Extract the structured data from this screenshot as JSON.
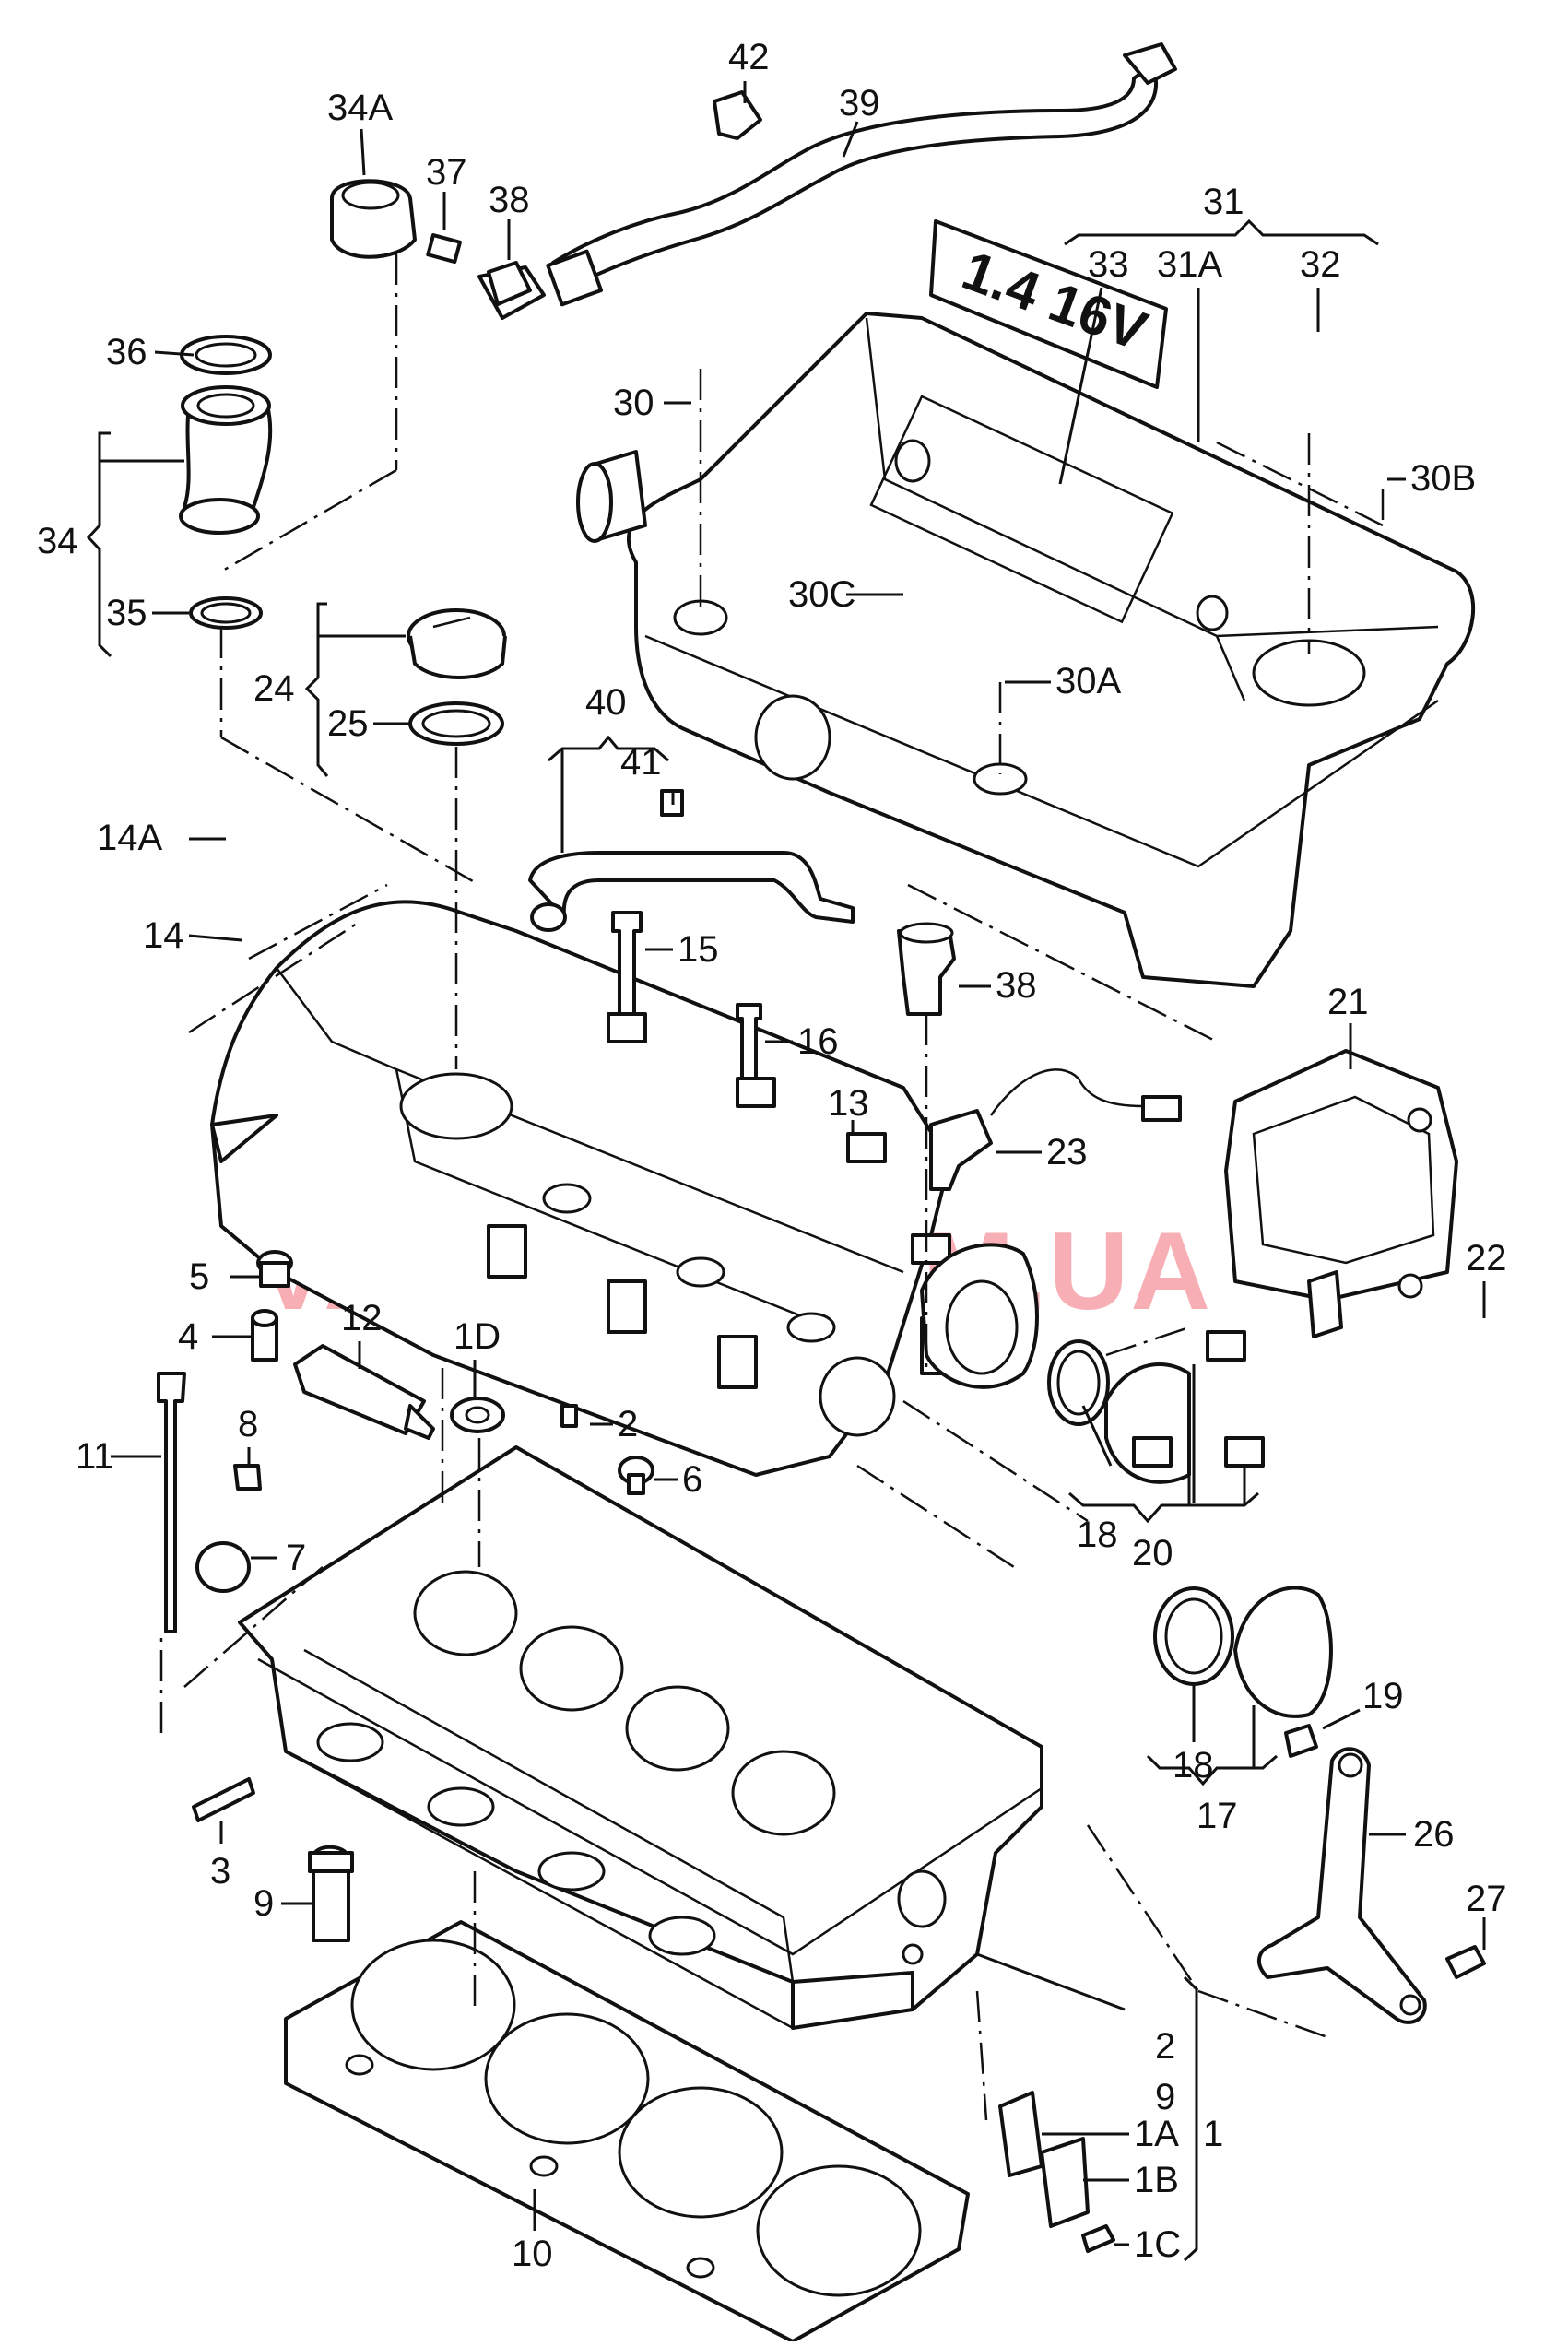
{
  "watermark": "VAGTEC.COM.UA",
  "cover_badge": "1.4 16V",
  "labels": [
    "42",
    "39",
    "34A",
    "37",
    "38",
    "31",
    "33",
    "31A",
    "32",
    "36",
    "30",
    "30B",
    "34",
    "35",
    "30C",
    "24",
    "25",
    "30A",
    "40",
    "41",
    "14A",
    "14",
    "15",
    "38",
    "16",
    "21",
    "13",
    "23",
    "22",
    "5",
    "4",
    "12",
    "1D",
    "2",
    "11",
    "8",
    "6",
    "18",
    "20",
    "7",
    "19",
    "18",
    "17",
    "26",
    "27",
    "3",
    "9",
    "2",
    "9",
    "1A",
    "1",
    "1B",
    "1C",
    "10"
  ]
}
